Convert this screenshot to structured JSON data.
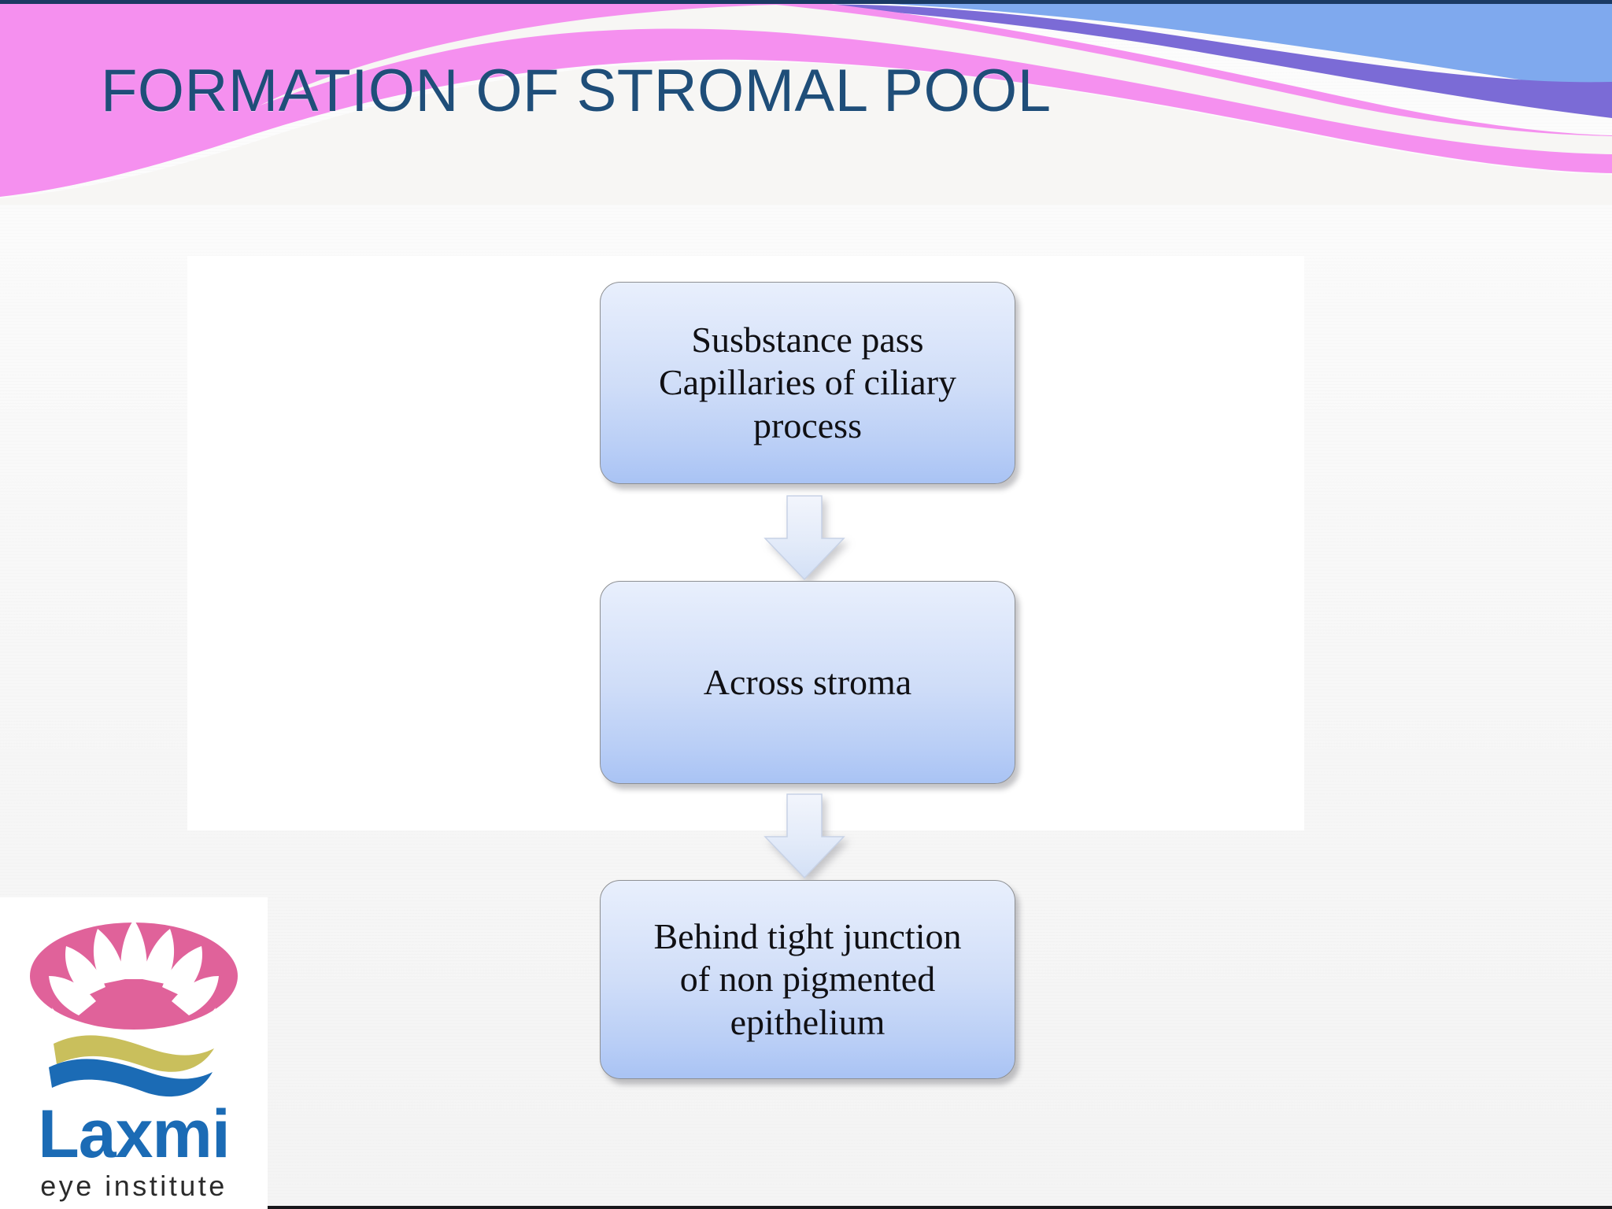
{
  "slide": {
    "title": "FORMATION OF STROMAL POOL",
    "title_color": "#1f4e79",
    "background_color": "#fbfbfb"
  },
  "header_decoration": {
    "name": "wave-banner",
    "colors": {
      "pink": "#f590ef",
      "blue": "#7fa9ee",
      "purple": "#7b6bd6",
      "white": "#f7f6f4",
      "top_rule": "#1b3a63"
    }
  },
  "flowchart": {
    "type": "vertical-flow",
    "box_fill_top": "#e8effc",
    "box_fill_bottom": "#a9c3f4",
    "box_border": "#8d8f92",
    "arrow_fill": "#dfe8f8",
    "steps": [
      {
        "id": "step-1",
        "lines": [
          "Susbstance pass",
          "Capillaries of ciliary",
          "process"
        ]
      },
      {
        "id": "step-2",
        "lines": [
          "Across stroma"
        ]
      },
      {
        "id": "step-3",
        "lines": [
          "Behind tight junction",
          "of non pigmented",
          "epithelium"
        ]
      }
    ],
    "connectors": [
      {
        "id": "connector-1",
        "direction": "down",
        "from": "step-1",
        "to": "step-2"
      },
      {
        "id": "connector-2",
        "direction": "down",
        "from": "step-2",
        "to": "step-3"
      }
    ]
  },
  "logo": {
    "name": "laxmi-eye-institute-logo",
    "wordmark": "Laxmi",
    "tagline": "eye institute",
    "colors": {
      "lotus_pink": "#e0629a",
      "wave_gold": "#c9bf5c",
      "wave_blue": "#1b6bb5",
      "wordmark_blue": "#1b6bb5",
      "tagline_gray": "#2b2b2b"
    }
  }
}
